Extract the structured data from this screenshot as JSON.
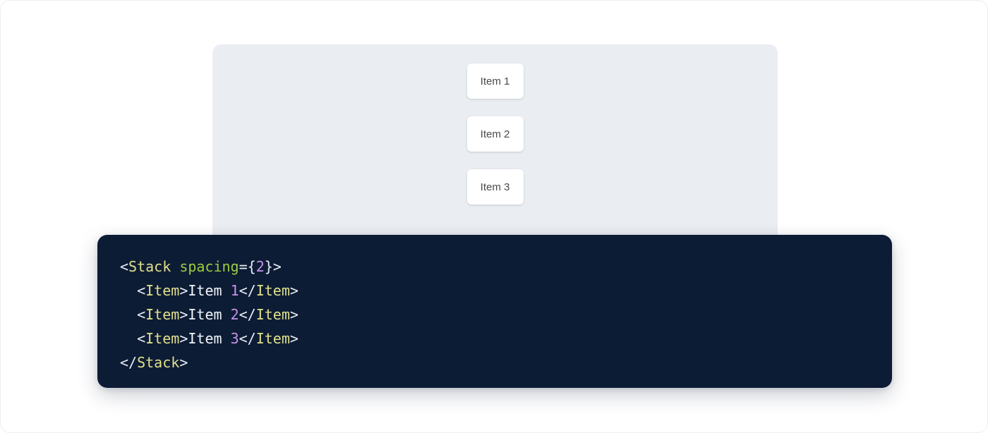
{
  "preview": {
    "panel_background": "#eaedf2",
    "items": [
      {
        "label": "Item 1"
      },
      {
        "label": "Item 2"
      },
      {
        "label": "Item 3"
      }
    ]
  },
  "code_block": {
    "background": "#0d1c35",
    "language": "jsx",
    "colors": {
      "punctuation": "#e8edf4",
      "tag": "#e0e08a",
      "attribute": "#9ccc3f",
      "number": "#c792ea",
      "text": "#f2f5f9"
    },
    "lines": [
      {
        "tokens": [
          {
            "t": "punct",
            "v": "<"
          },
          {
            "t": "tag",
            "v": "Stack"
          },
          {
            "t": "text",
            "v": " "
          },
          {
            "t": "attr",
            "v": "spacing"
          },
          {
            "t": "punct",
            "v": "={"
          },
          {
            "t": "num",
            "v": "2"
          },
          {
            "t": "punct",
            "v": "}>"
          }
        ]
      },
      {
        "tokens": [
          {
            "t": "text",
            "v": "  "
          },
          {
            "t": "punct",
            "v": "<"
          },
          {
            "t": "tag",
            "v": "Item"
          },
          {
            "t": "punct",
            "v": ">"
          },
          {
            "t": "text",
            "v": "Item "
          },
          {
            "t": "num",
            "v": "1"
          },
          {
            "t": "punct",
            "v": "</"
          },
          {
            "t": "tag",
            "v": "Item"
          },
          {
            "t": "punct",
            "v": ">"
          }
        ]
      },
      {
        "tokens": [
          {
            "t": "text",
            "v": "  "
          },
          {
            "t": "punct",
            "v": "<"
          },
          {
            "t": "tag",
            "v": "Item"
          },
          {
            "t": "punct",
            "v": ">"
          },
          {
            "t": "text",
            "v": "Item "
          },
          {
            "t": "num",
            "v": "2"
          },
          {
            "t": "punct",
            "v": "</"
          },
          {
            "t": "tag",
            "v": "Item"
          },
          {
            "t": "punct",
            "v": ">"
          }
        ]
      },
      {
        "tokens": [
          {
            "t": "text",
            "v": "  "
          },
          {
            "t": "punct",
            "v": "<"
          },
          {
            "t": "tag",
            "v": "Item"
          },
          {
            "t": "punct",
            "v": ">"
          },
          {
            "t": "text",
            "v": "Item "
          },
          {
            "t": "num",
            "v": "3"
          },
          {
            "t": "punct",
            "v": "</"
          },
          {
            "t": "tag",
            "v": "Item"
          },
          {
            "t": "punct",
            "v": ">"
          }
        ]
      },
      {
        "tokens": [
          {
            "t": "punct",
            "v": "</"
          },
          {
            "t": "tag",
            "v": "Stack"
          },
          {
            "t": "punct",
            "v": ">"
          }
        ]
      }
    ]
  }
}
